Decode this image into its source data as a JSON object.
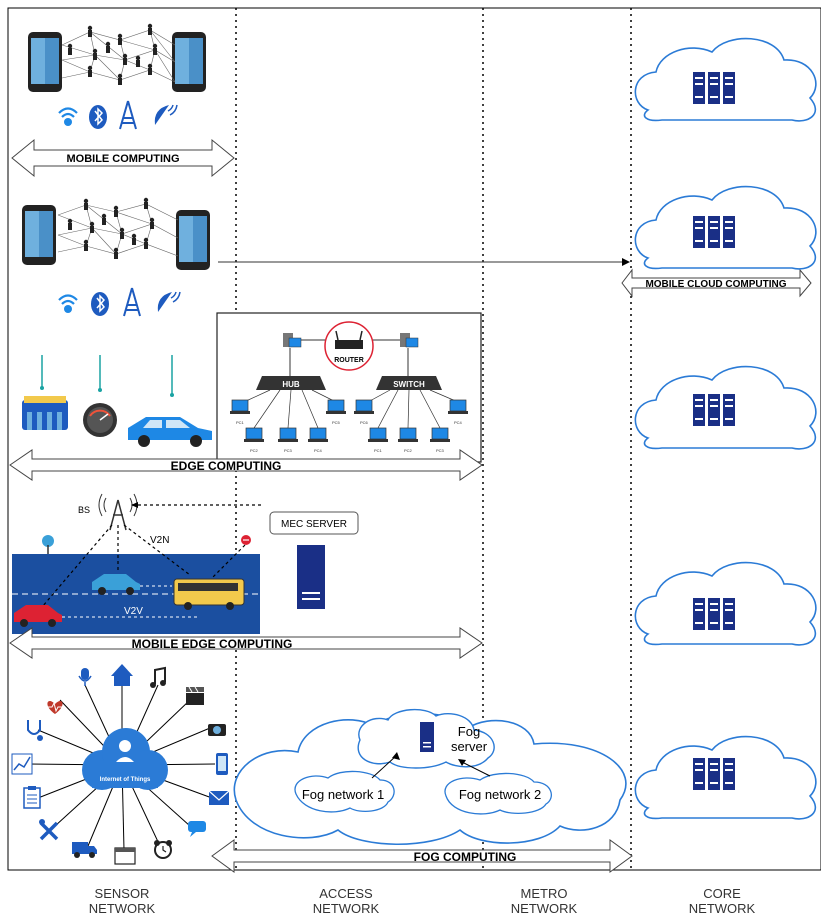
{
  "sections": {
    "mobile": "MOBILE COMPUTING",
    "mobile_cloud": "MOBILE CLOUD COMPUTING",
    "edge": "EDGE COMPUTING",
    "mec": "MOBILE EDGE COMPUTING",
    "fog": "FOG COMPUTING"
  },
  "network": {
    "router": "ROUTER",
    "hub": "HUB",
    "switch": "SWITCH",
    "pc_labels": [
      "PC1",
      "PC2",
      "PC3",
      "PC4",
      "PC5",
      "PC6"
    ]
  },
  "mec_scene": {
    "bs": "BS",
    "v2n": "V2N",
    "v2v": "V2V",
    "server": "MEC SERVER"
  },
  "iot": {
    "center": "Internet of Things"
  },
  "fog": {
    "server_line1": "Fog",
    "server_line2": "server",
    "net1": "Fog network 1",
    "net2": "Fog network 2"
  },
  "columns": [
    {
      "line1": "SENSOR",
      "line2": "NETWORK"
    },
    {
      "line1": "ACCESS",
      "line2": "NETWORK"
    },
    {
      "line1": "METRO",
      "line2": "NETWORK"
    },
    {
      "line1": "CORE",
      "line2": "NETWORK"
    }
  ],
  "colors": {
    "cloud_stroke": "#2b7bd6",
    "server": "#1a2f86",
    "road": "#1b4fa0",
    "car": "#1e88e5"
  }
}
